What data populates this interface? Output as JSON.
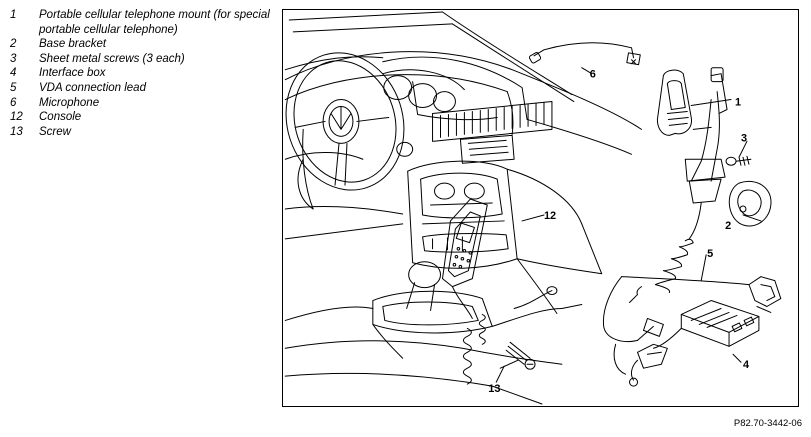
{
  "legend": {
    "items": [
      {
        "num": "1",
        "text": "Portable cellular telephone mount (for special portable cellular telephone)"
      },
      {
        "num": "2",
        "text": "Base bracket"
      },
      {
        "num": "3",
        "text": "Sheet metal screws (3 each)"
      },
      {
        "num": "4",
        "text": "Interface box"
      },
      {
        "num": "5",
        "text": "VDA connection lead"
      },
      {
        "num": "6",
        "text": "Microphone"
      },
      {
        "num": "12",
        "text": "Console"
      },
      {
        "num": "13",
        "text": "Screw"
      }
    ]
  },
  "figure": {
    "callouts": {
      "c1": "1",
      "c2": "2",
      "c3": "3",
      "c4": "4",
      "c5": "5",
      "c6": "6",
      "c12": "12",
      "c13": "13"
    },
    "line_color": "#000000"
  },
  "caption": "P82.70-3442-06"
}
